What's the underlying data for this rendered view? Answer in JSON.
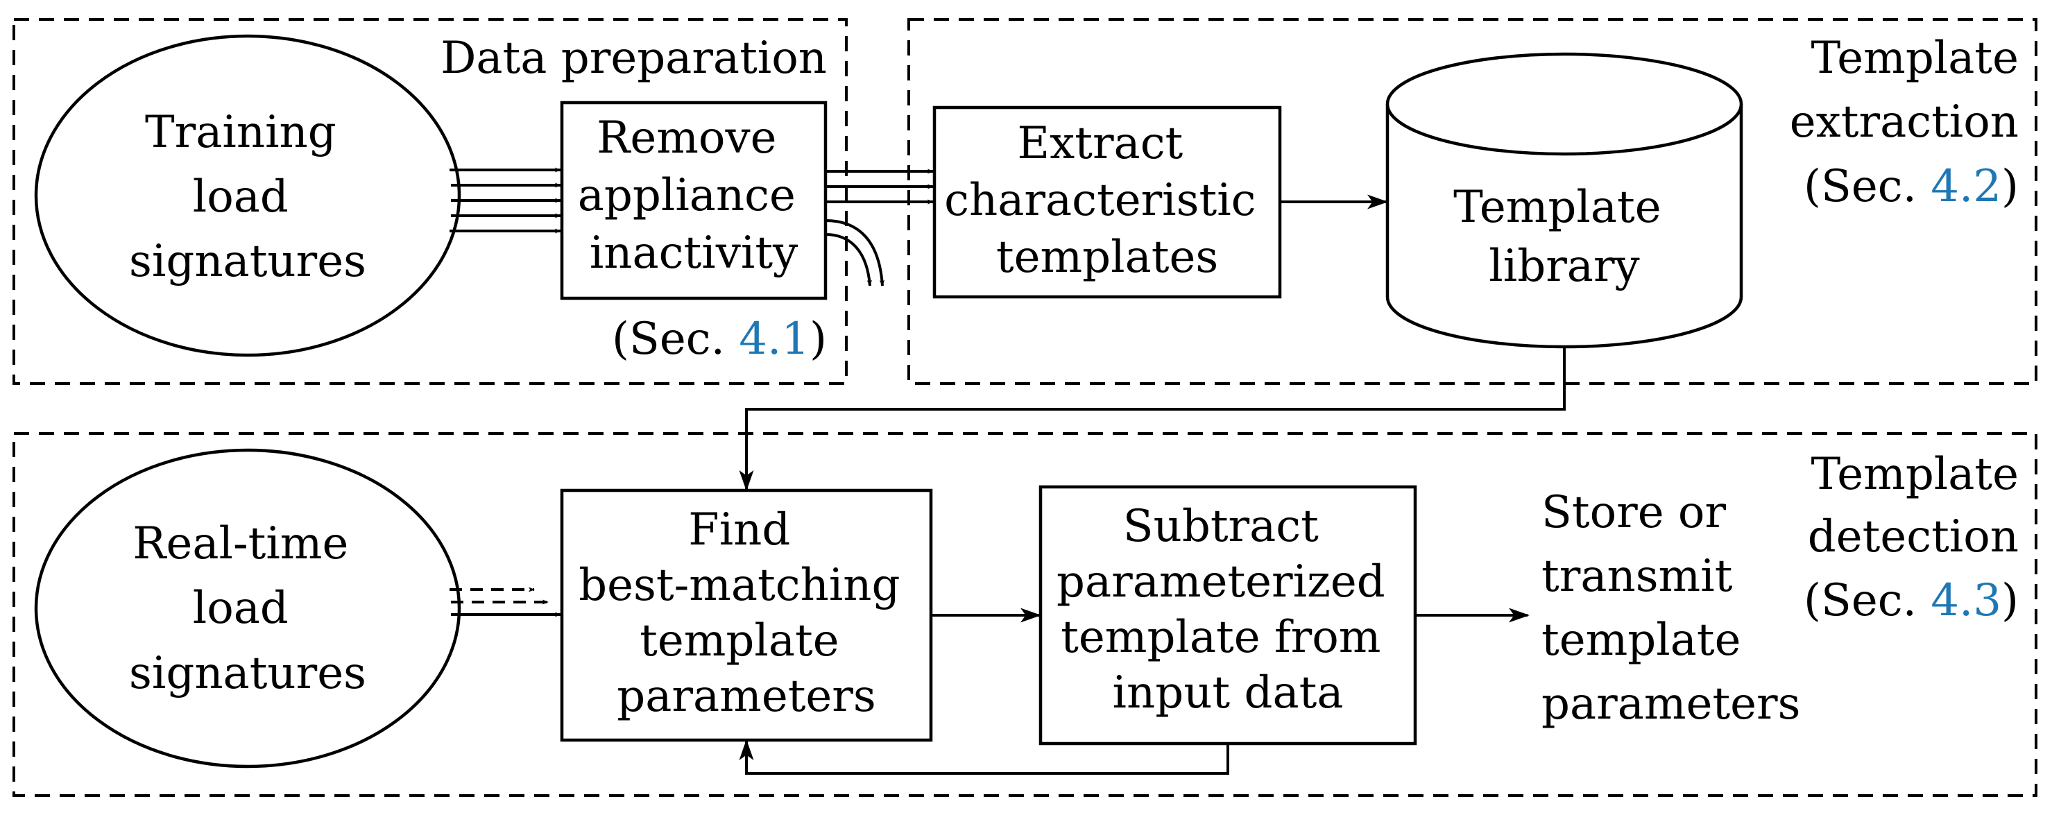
{
  "colors": {
    "line": "#000000",
    "reference_link": "#1f77b4",
    "background": "#ffffff"
  },
  "regions": {
    "data_preparation": {
      "title": "Data preparation",
      "ref_prefix": "(Sec. ",
      "ref": "4.1",
      "ref_suffix": ")"
    },
    "template_extraction": {
      "title_line1": "Template",
      "title_line2": "extraction",
      "ref_prefix": "(Sec. ",
      "ref": "4.2",
      "ref_suffix": ")"
    },
    "template_detection": {
      "title_line1": "Template",
      "title_line2": "detection",
      "ref_prefix": "(Sec. ",
      "ref": "4.3",
      "ref_suffix": ")"
    }
  },
  "nodes": {
    "training_signatures": {
      "lines": [
        "Training",
        "load",
        "signatures"
      ]
    },
    "remove_inactivity": {
      "lines": [
        "Remove",
        "appliance",
        "inactivity"
      ]
    },
    "extract_templates": {
      "lines": [
        "Extract",
        "characteristic",
        "templates"
      ]
    },
    "template_library": {
      "lines": [
        "Template",
        "library"
      ]
    },
    "realtime_signatures": {
      "lines": [
        "Real-time",
        "load",
        "signatures"
      ]
    },
    "find_parameters": {
      "lines": [
        "Find",
        "best-matching",
        "template",
        "parameters"
      ]
    },
    "subtract_template": {
      "lines": [
        "Subtract",
        "parameterized",
        "template from",
        "input data"
      ]
    },
    "store_transmit": {
      "lines": [
        "Store or",
        "transmit",
        "template",
        "parameters"
      ]
    }
  }
}
